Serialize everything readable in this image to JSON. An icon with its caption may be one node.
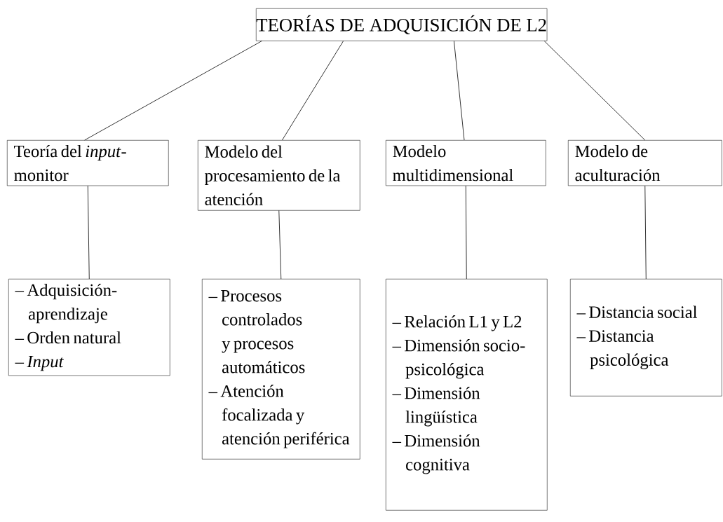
{
  "diagram": {
    "nodes": [
      {
        "text": [
          "TEORÍAS DE ADQUISICIÓN DE L2"
        ]
      },
      {
        "text": [
          "Teoría del *input*-monitor"
        ]
      },
      {
        "text": [
          "Modelo del procesamiento de la atención"
        ]
      },
      {
        "text": [
          "Modelo multidimensional"
        ]
      },
      {
        "text": [
          "Modelo de aculturación"
        ]
      },
      {
        "text": [
          "– Adquisición-aprendizaje",
          "– Orden natural",
          "– *Input*"
        ]
      },
      {
        "text": [
          "– Procesos controlados y procesos automáticos",
          "– Atención focalizada y atención periférica"
        ]
      },
      {
        "text": [
          "– Relación L1 y L2",
          "– Dimensión socio-psicológica",
          "– Dimensión lingüística",
          "– Dimensión cognitiva"
        ]
      },
      {
        "text": [
          "– Distancia social",
          "– Distancia psicológica"
        ]
      }
    ],
    "edges": [
      {
        "from": 0,
        "to": 1,
        "arrow": "none"
      },
      {
        "from": 0,
        "to": 2,
        "arrow": "none"
      },
      {
        "from": 0,
        "to": 3,
        "arrow": "none"
      },
      {
        "from": 0,
        "to": 4,
        "arrow": "none"
      },
      {
        "from": 1,
        "to": 5,
        "arrow": "none"
      },
      {
        "from": 2,
        "to": 6,
        "arrow": "none"
      },
      {
        "from": 3,
        "to": 7,
        "arrow": "none"
      },
      {
        "from": 4,
        "to": 8,
        "arrow": "none"
      }
    ]
  }
}
